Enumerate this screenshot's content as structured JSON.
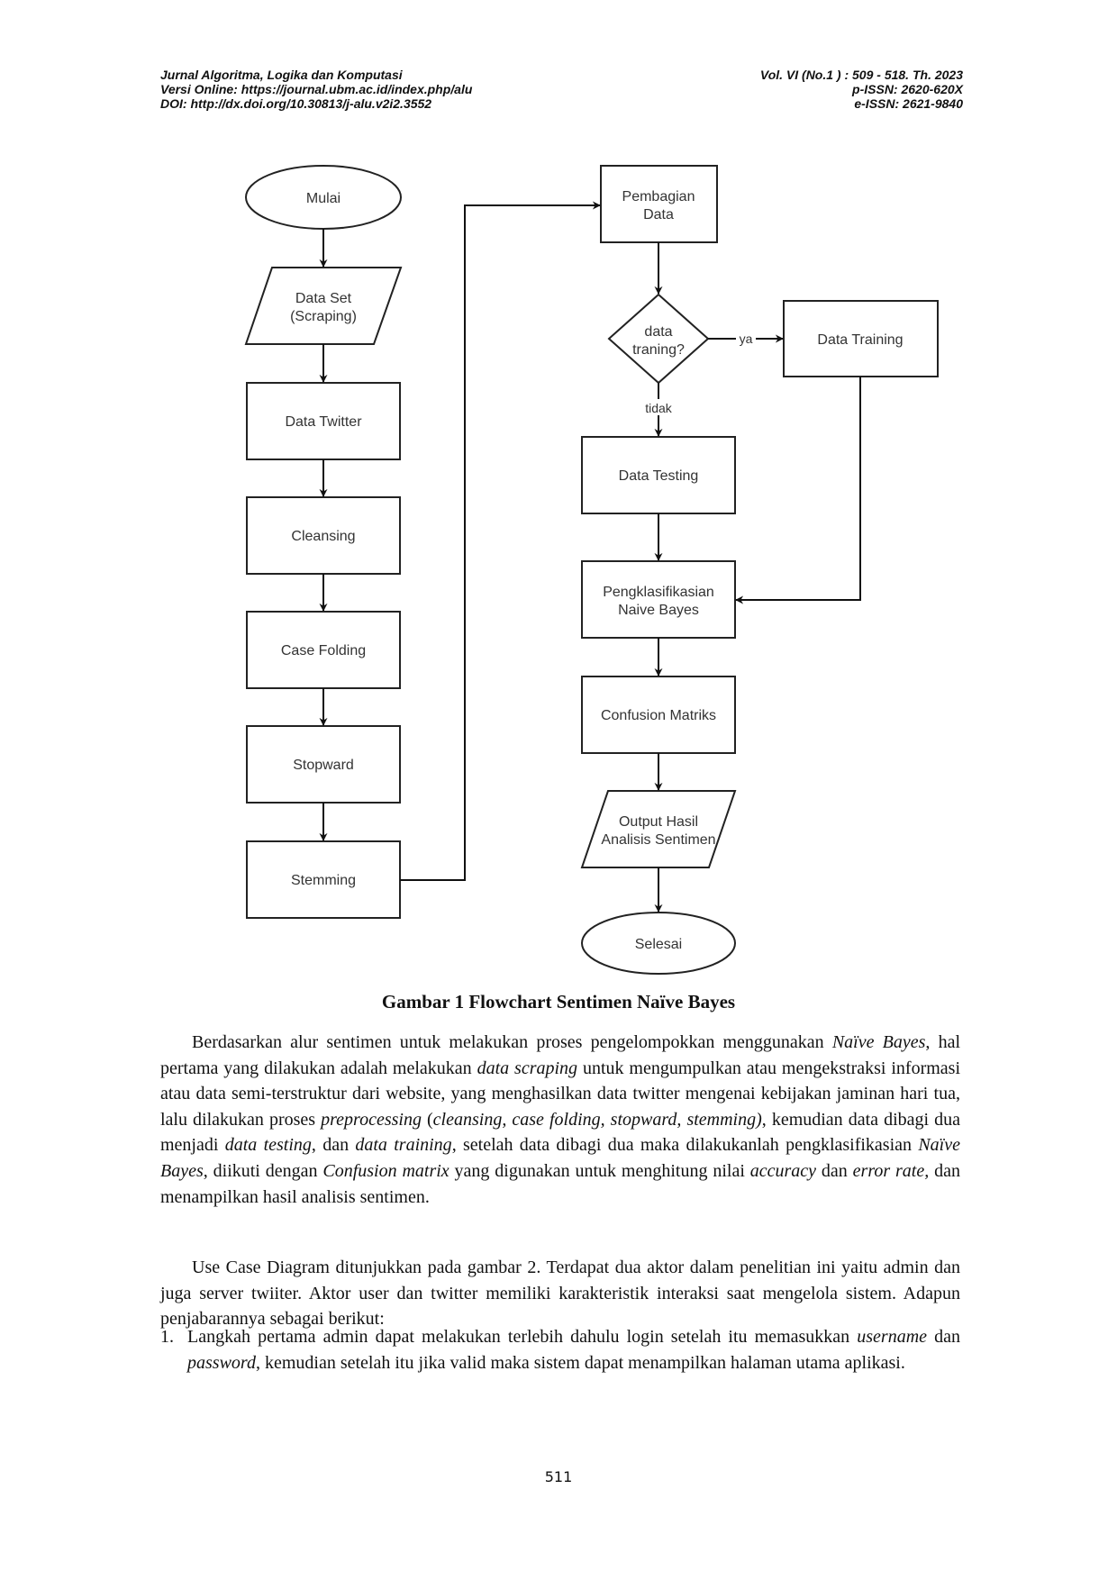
{
  "header": {
    "left": [
      "Jurnal Algoritma, Logika dan Komputasi",
      "Versi Online: https://journal.ubm.ac.id/index.php/alu",
      "DOI: http://dx.doi.org/10.30813/j-alu.v2i2.3552"
    ],
    "right": [
      "Vol. VI (No.1 ) : 509 - 518. Th. 2023",
      "p-ISSN: 2620-620X",
      "e-ISSN: 2621-9840"
    ]
  },
  "flowchart": {
    "nodes": {
      "mulai": [
        "Mulai"
      ],
      "dataset": [
        "Data Set",
        "(Scraping)"
      ],
      "twitter": [
        "Data Twitter"
      ],
      "cleansing": [
        "Cleansing"
      ],
      "casefolding": [
        "Case Folding"
      ],
      "stopward": [
        "Stopward"
      ],
      "stemming": [
        "Stemming"
      ],
      "pembagian": [
        "Pembagian",
        "Data"
      ],
      "decision": [
        "data",
        "traning?"
      ],
      "training": [
        "Data Training"
      ],
      "testing": [
        "Data Testing"
      ],
      "klasifikasi": [
        "Pengklasifikasian",
        "Naive Bayes"
      ],
      "confusion": [
        "Confusion Matriks"
      ],
      "output": [
        "Output Hasil",
        "Analisis Sentimen"
      ],
      "selesai": [
        "Selesai"
      ]
    },
    "edge_labels": {
      "yes": "ya",
      "no": "tidak"
    }
  },
  "caption": "Gambar 1 Flowchart Sentimen Naïve Bayes",
  "paragraph1": [
    {
      "t": "Berdasarkan alur sentimen untuk melakukan proses pengelompokkan menggunakan ",
      "i": false
    },
    {
      "t": "Naïve Bayes",
      "i": true
    },
    {
      "t": ", hal pertama yang dilakukan adalah melakukan ",
      "i": false
    },
    {
      "t": "data scraping",
      "i": true
    },
    {
      "t": " untuk mengumpulkan atau mengekstraksi informasi atau data semi-terstruktur dari website, yang menghasilkan data twitter mengenai kebijakan jaminan hari tua, lalu dilakukan proses ",
      "i": false
    },
    {
      "t": "preprocessing",
      "i": true
    },
    {
      "t": " (",
      "i": false
    },
    {
      "t": "cleansing, case folding, stopward, stemming)",
      "i": true
    },
    {
      "t": ", kemudian data dibagi dua menjadi ",
      "i": false
    },
    {
      "t": "data testing",
      "i": true
    },
    {
      "t": ", dan ",
      "i": false
    },
    {
      "t": "data training",
      "i": true
    },
    {
      "t": ", setelah data dibagi dua maka dilakukanlah pengklasifikasian ",
      "i": false
    },
    {
      "t": "Naïve Bayes",
      "i": true
    },
    {
      "t": ", diikuti dengan ",
      "i": false
    },
    {
      "t": "Confusion matrix",
      "i": true
    },
    {
      "t": " yang digunakan untuk menghitung nilai ",
      "i": false
    },
    {
      "t": "accuracy",
      "i": true
    },
    {
      "t": " dan ",
      "i": false
    },
    {
      "t": "error rate,",
      "i": true
    },
    {
      "t": " dan menampilkan hasil analisis sentimen.",
      "i": false
    }
  ],
  "paragraph2": "Use Case Diagram ditunjukkan pada gambar 2. Terdapat dua aktor dalam penelitian ini yaitu admin dan juga server twiiter. Aktor user dan twitter memiliki karakteristik interaksi saat mengelola sistem. Adapun penjabarannya sebagai berikut:",
  "list": [
    {
      "num": "1.",
      "parts": [
        {
          "t": "Langkah pertama admin dapat melakukan terlebih dahulu login setelah itu memasukkan ",
          "i": false
        },
        {
          "t": "username",
          "i": true
        },
        {
          "t": " dan ",
          "i": false
        },
        {
          "t": "password",
          "i": true
        },
        {
          "t": ", kemudian setelah itu jika valid maka sistem dapat menampilkan halaman utama aplikasi.",
          "i": false
        }
      ]
    }
  ],
  "page_number": "511"
}
